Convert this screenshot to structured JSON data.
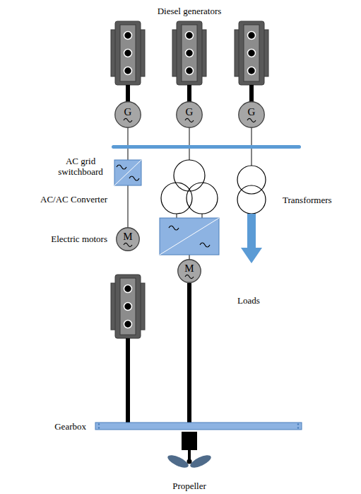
{
  "diagram": {
    "nodes": [
      {
        "text": [
          "G"
        ]
      },
      {
        "text": [
          "G"
        ]
      },
      {
        "text": [
          "G"
        ]
      },
      {
        "text": [
          "M"
        ]
      },
      {
        "text": [
          "M"
        ]
      }
    ],
    "labels": [
      "Diesel generators",
      "AC grid switchboard",
      "AC/AC Converter",
      "Transformers",
      "Electric motors",
      "Loads",
      "Gearbox",
      "Propeller"
    ]
  }
}
